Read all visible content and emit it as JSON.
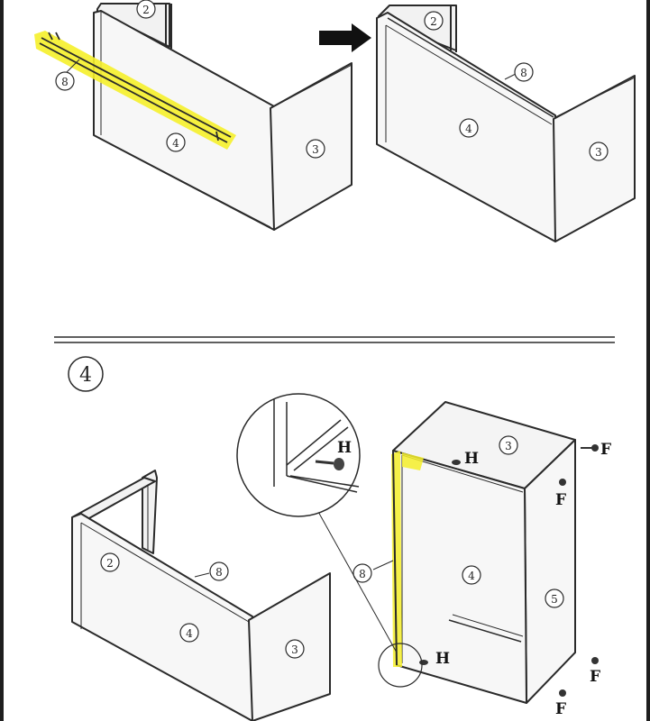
{
  "step": {
    "number": "4"
  },
  "labels": {
    "p2": "2",
    "p3": "3",
    "p4": "4",
    "p5": "5",
    "p8": "8",
    "screw_h": "H",
    "screw_f": "F"
  },
  "colors": {
    "line": "#2a2a2a",
    "panel": "#f7f7f7",
    "highlight": "#f5ef2a",
    "arrow": "#111111",
    "frame_edge": "#1e1e1e"
  }
}
